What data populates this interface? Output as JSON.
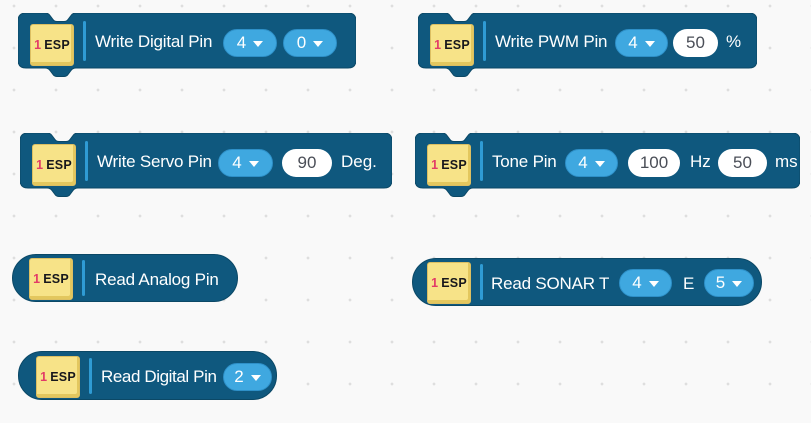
{
  "badge": {
    "number": "1",
    "chip": "ESP"
  },
  "colors": {
    "canvas_bg": "#f9f9f9",
    "block_fill": "#0f587e",
    "block_border": "#0b4866",
    "dropdown_fill": "#3fa8e0",
    "number_field_fill": "#ffffff",
    "badge_bg": "#f7e388",
    "badge_number": "#e23a67",
    "separator": "#2f9bd4",
    "label_text": "#ffffff"
  },
  "blocks": [
    {
      "name": "write-digital-pin",
      "label": "Write Digital Pin",
      "pin": "4",
      "value": "0"
    },
    {
      "name": "write-pwm-pin",
      "label": "Write PWM Pin",
      "pin": "4",
      "value": "50",
      "unit": "%"
    },
    {
      "name": "write-servo-pin",
      "label": "Write Servo Pin",
      "pin": "4",
      "value": "90",
      "unit": "Deg."
    },
    {
      "name": "tone-pin",
      "label": "Tone Pin",
      "pin": "4",
      "freq": "100",
      "freq_unit": "Hz",
      "duration": "50",
      "duration_unit": "ms"
    },
    {
      "name": "read-analog-pin",
      "label": "Read Analog Pin"
    },
    {
      "name": "read-sonar",
      "label": "Read SONAR",
      "trigger_label": "T",
      "trigger_pin": "4",
      "echo_label": "E",
      "echo_pin": "5"
    },
    {
      "name": "read-digital-pin",
      "label": "Read Digital Pin",
      "pin": "2"
    }
  ]
}
